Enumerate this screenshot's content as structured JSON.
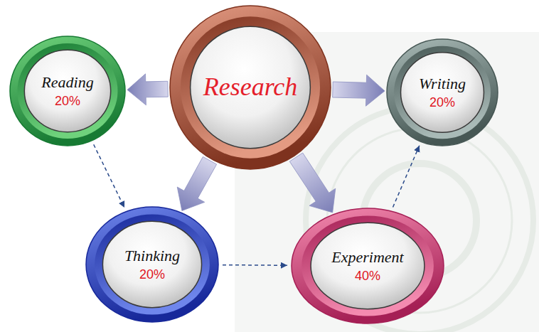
{
  "diagram": {
    "nodes": [
      {
        "text": [
          "Reading",
          "20%"
        ]
      },
      {
        "text": [
          "Research"
        ]
      },
      {
        "text": [
          "Writing",
          "20%"
        ]
      },
      {
        "text": [
          "Thinking",
          "20%"
        ]
      },
      {
        "text": [
          "Experiment",
          "40%"
        ]
      }
    ],
    "edges": [
      {
        "from": 1,
        "to": 0,
        "arrow": "to"
      },
      {
        "from": 1,
        "to": 2,
        "arrow": "to"
      },
      {
        "from": 1,
        "to": 3,
        "arrow": "to"
      },
      {
        "from": 1,
        "to": 4,
        "arrow": "to"
      },
      {
        "from": 0,
        "to": 3,
        "arrow": "to"
      },
      {
        "from": 3,
        "to": 4,
        "arrow": "to"
      },
      {
        "from": 4,
        "to": 2,
        "arrow": "to"
      }
    ]
  }
}
